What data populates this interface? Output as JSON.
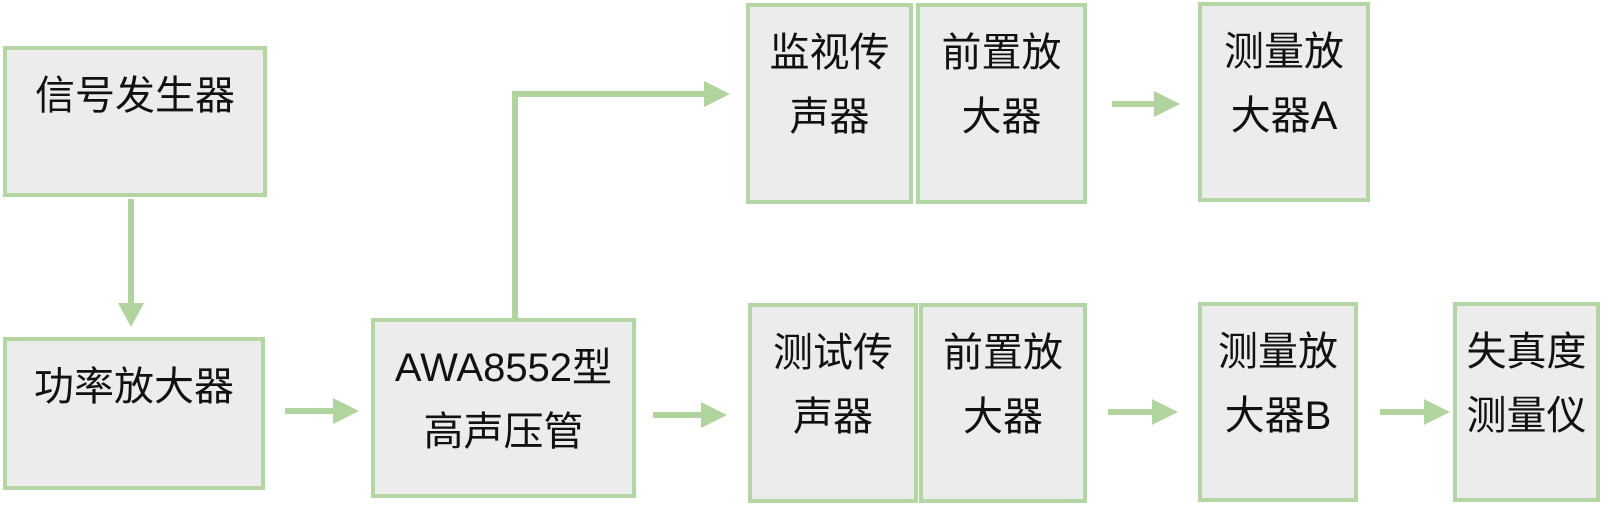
{
  "diagram": {
    "type": "flowchart",
    "colors": {
      "box_border": "#b4d6a4",
      "box_fill": "#ececec",
      "arrow": "#b1d49e",
      "text": "#111111",
      "background": "#ffffff"
    },
    "nodes": [
      {
        "id": "signal-generator",
        "label": "信号发生器"
      },
      {
        "id": "power-amplifier",
        "label": "功率放大器"
      },
      {
        "id": "awa8552-tube",
        "label": "AWA8552型\n高声压管"
      },
      {
        "id": "monitor-microphone",
        "label": "监视传\n声器"
      },
      {
        "id": "preamplifier-top",
        "label": "前置放\n大器"
      },
      {
        "id": "measuring-amplifier-a",
        "label": "测量放\n大器A"
      },
      {
        "id": "test-microphone",
        "label": "测试传\n声器"
      },
      {
        "id": "preamplifier-bottom",
        "label": "前置放\n大器"
      },
      {
        "id": "measuring-amplifier-b",
        "label": "测量放\n大器B"
      },
      {
        "id": "distortion-meter",
        "label": "失真度\n测量仪"
      }
    ],
    "connections": [
      {
        "from": "signal-generator",
        "to": "power-amplifier",
        "shape": "straight-down"
      },
      {
        "from": "power-amplifier",
        "to": "awa8552-tube",
        "shape": "straight-right"
      },
      {
        "from": "awa8552-tube",
        "to": "monitor-microphone",
        "shape": "elbow-up-right"
      },
      {
        "from": "preamplifier-top",
        "to": "measuring-amplifier-a",
        "shape": "straight-right"
      },
      {
        "from": "awa8552-tube",
        "to": "test-microphone",
        "shape": "straight-right"
      },
      {
        "from": "preamplifier-bottom",
        "to": "measuring-amplifier-b",
        "shape": "straight-right"
      },
      {
        "from": "measuring-amplifier-b",
        "to": "distortion-meter",
        "shape": "straight-right"
      }
    ]
  }
}
